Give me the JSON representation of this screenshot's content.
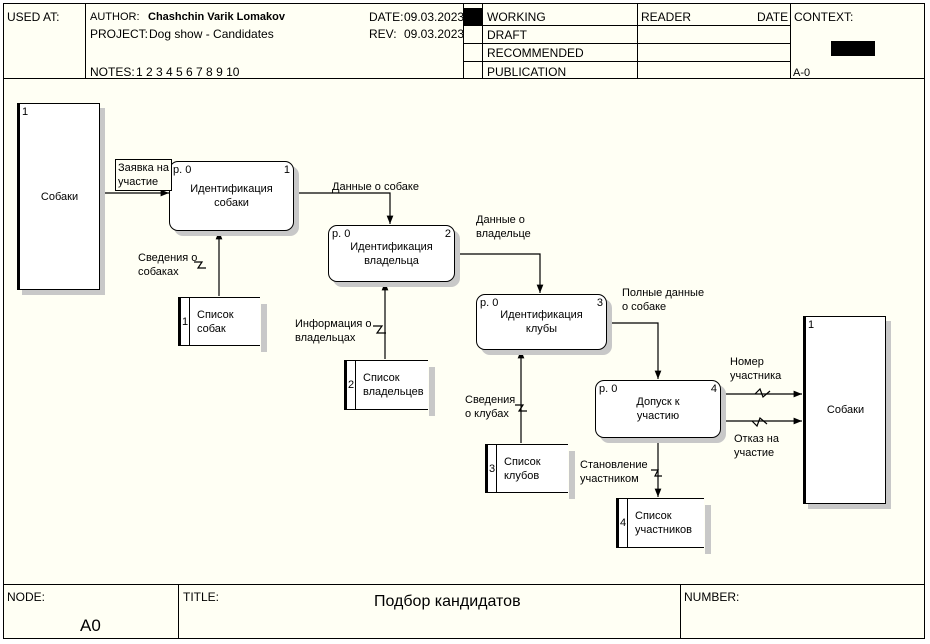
{
  "header": {
    "used_at_label": "USED AT:",
    "author_label": "AUTHOR:",
    "author": "Chashchin Varik Lomakov",
    "project_label": "PROJECT:",
    "project": "Dog show - Candidates",
    "notes_label": "NOTES:",
    "notes": "1  2  3  4  5  6  7  8  9  10",
    "date_label": "DATE:",
    "date": "09.03.2023",
    "rev_label": "REV:",
    "rev": "09.03.2023",
    "status": [
      "WORKING",
      "DRAFT",
      "RECOMMENDED",
      "PUBLICATION"
    ],
    "reader_label": "READER",
    "reader_date_label": "DATE",
    "context_label": "CONTEXT:",
    "context_node": "A-0"
  },
  "externals": [
    {
      "num": "1",
      "name": "Собаки"
    },
    {
      "num": "1",
      "name": "Собаки"
    }
  ],
  "processes": [
    {
      "pref": "p. 0",
      "num": "1",
      "name": "Идентификация\nсобаки"
    },
    {
      "pref": "p. 0",
      "num": "2",
      "name": "Идентификация\nвладельца"
    },
    {
      "pref": "p. 0",
      "num": "3",
      "name": "Идентификация\nклубы"
    },
    {
      "pref": "p. 0",
      "num": "4",
      "name": "Допуск к\nучастию"
    }
  ],
  "stores": [
    {
      "num": "1",
      "name": "Список\nсобак"
    },
    {
      "num": "2",
      "name": "Список\nвладельцев"
    },
    {
      "num": "3",
      "name": "Список\nклубов"
    },
    {
      "num": "4",
      "name": "Список\nучастников"
    }
  ],
  "flows": {
    "application": "Заявка на\nучастие",
    "dog_data": "Данные о собаке",
    "owner_data": "Данные о\nвладельце",
    "full_data": "Полные данные\nо собаке",
    "dog_info": "Сведения о\nсобаках",
    "owner_info": "Информация о\nвладельцах",
    "club_info": "Сведения\nо клубах",
    "participant_no": "Номер\nучастника",
    "refusal": "Отказ на\nучастие",
    "registration": "Становление\nучастником"
  },
  "footer": {
    "node_label": "NODE:",
    "node": "A0",
    "title_label": "TITLE:",
    "title": "Подбор кандидатов",
    "number_label": "NUMBER:"
  }
}
